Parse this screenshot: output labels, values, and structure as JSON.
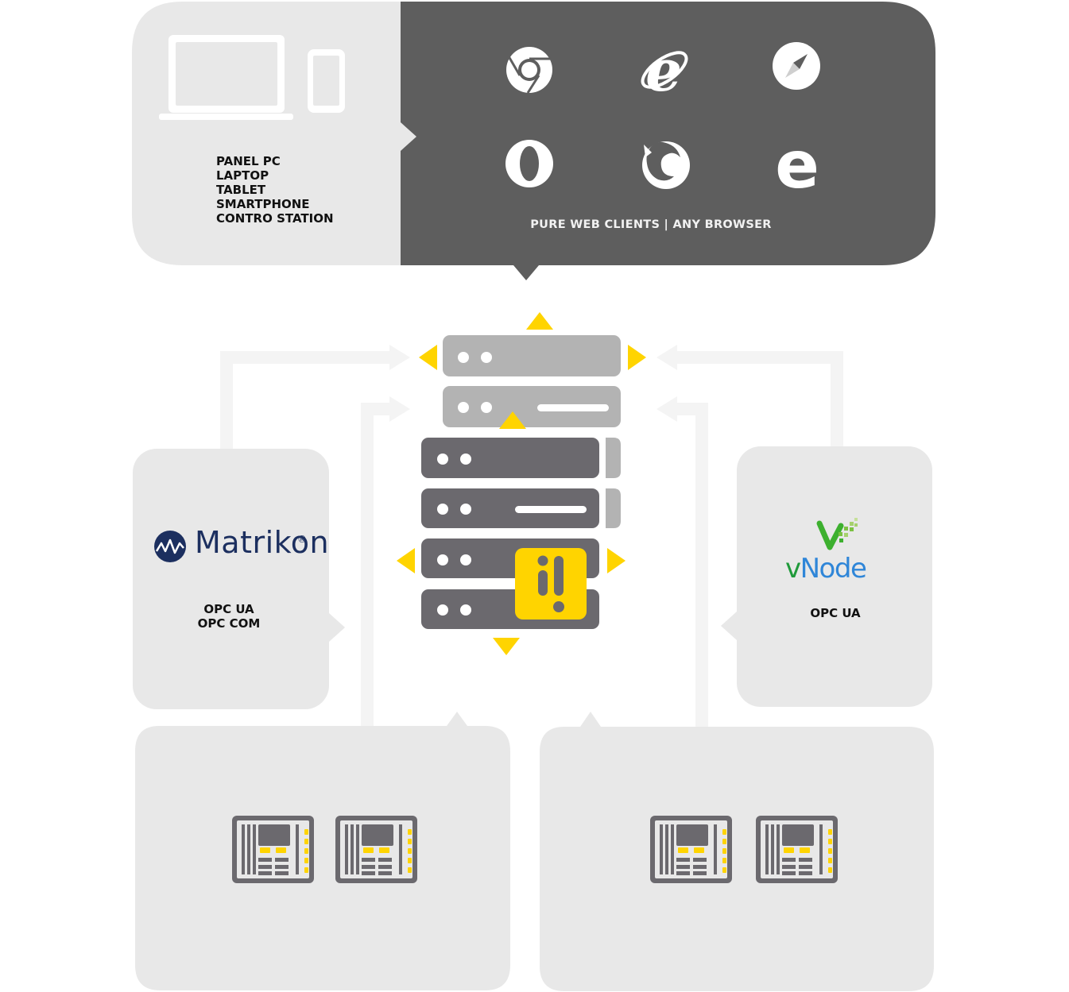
{
  "devices": {
    "items": [
      "PANEL PC",
      "LAPTOP",
      "TABLET",
      "SMARTPHONE",
      "CONTRO STATION"
    ]
  },
  "web_clients": {
    "label": "PURE WEB CLIENTS | ANY BROWSER",
    "browser_icons": [
      "chrome-icon",
      "internet-explorer-icon",
      "safari-icon",
      "opera-icon",
      "firefox-icon",
      "edge-icon"
    ]
  },
  "matrikon": {
    "logo_text": "Matrikon",
    "registered_mark": "®",
    "protocols": [
      "OPC UA",
      "OPC COM"
    ]
  },
  "vnode": {
    "logo_v": "v",
    "logo_rest": "Node",
    "protocols": [
      "OPC UA"
    ]
  },
  "colors": {
    "panel_light": "#e8e8e8",
    "panel_dark": "#5e5e5e",
    "server_dark": "#6b696e",
    "server_light": "#b3b3b3",
    "accent_yellow": "#ffd400",
    "arrow_light": "#f4f4f4"
  }
}
